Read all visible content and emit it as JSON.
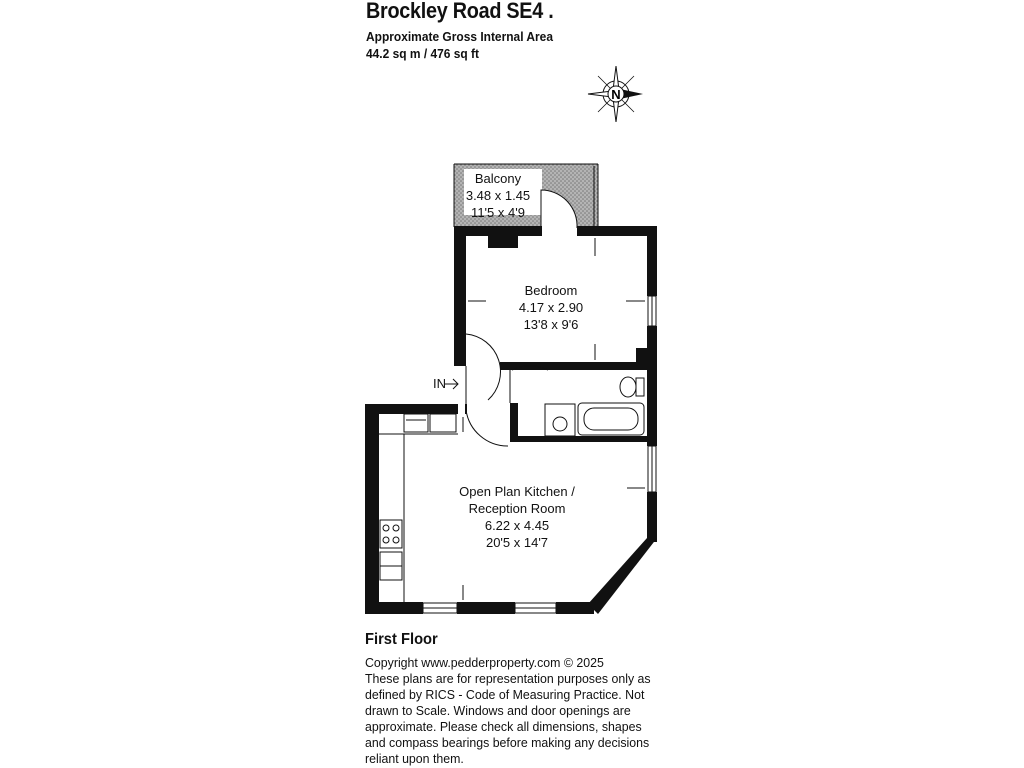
{
  "header": {
    "title": "Brockley Road SE4 .",
    "area_label": "Approximate Gross Internal Area",
    "area_value": "44.2 sq m / 476 sq ft"
  },
  "compass": {
    "label": "N"
  },
  "rooms": {
    "balcony": {
      "name": "Balcony",
      "metric": "3.48 x 1.45",
      "imperial": "11'5 x 4'9"
    },
    "bedroom": {
      "name": "Bedroom",
      "metric": "4.17 x 2.90",
      "imperial": "13'8 x 9'6"
    },
    "kitchen": {
      "name_line1": "Open Plan Kitchen /",
      "name_line2": "Reception Room",
      "metric": "6.22 x 4.45",
      "imperial": "20'5 x 14'7"
    }
  },
  "entrance": {
    "label": "IN"
  },
  "floor": {
    "label": "First Floor"
  },
  "disclaimer": {
    "lines": [
      "Copyright www.pedderproperty.com © 2025",
      "These plans are for representation purposes only as",
      "defined by RICS - Code of Measuring Practice. Not",
      "drawn to Scale. Windows and door openings are",
      "approximate. Please check all dimensions, shapes",
      "and compass bearings before making any decisions",
      "reliant upon them."
    ]
  },
  "colors": {
    "wall": "#111111",
    "balcony_fill": "#9a9a9a"
  }
}
